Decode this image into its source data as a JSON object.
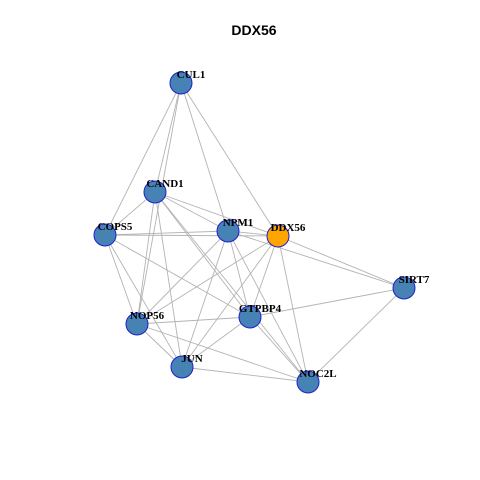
{
  "title": "DDX56",
  "colors": {
    "node_default": "#4682b4",
    "node_highlight": "#ffa500",
    "node_border": "#1f1fcc",
    "edge": "#b3b3b3"
  },
  "nodes": [
    {
      "id": "CUL1",
      "label": "CUL1",
      "highlight": false
    },
    {
      "id": "CAND1",
      "label": "CAND1",
      "highlight": false
    },
    {
      "id": "COPS5",
      "label": "COPS5",
      "highlight": false
    },
    {
      "id": "NPM1",
      "label": "NPM1",
      "highlight": false
    },
    {
      "id": "DDX56",
      "label": "DDX56",
      "highlight": true
    },
    {
      "id": "SIRT7",
      "label": "SIRT7",
      "highlight": false
    },
    {
      "id": "GTPBP4",
      "label": "GTPBP4",
      "highlight": false
    },
    {
      "id": "NOP56",
      "label": "NOP56",
      "highlight": false
    },
    {
      "id": "JUN",
      "label": "JUN",
      "highlight": false
    },
    {
      "id": "NOC2L",
      "label": "NOC2L",
      "highlight": false
    }
  ],
  "edges": [
    [
      "CUL1",
      "CAND1"
    ],
    [
      "CUL1",
      "COPS5"
    ],
    [
      "CUL1",
      "NPM1"
    ],
    [
      "CUL1",
      "DDX56"
    ],
    [
      "CUL1",
      "NOP56"
    ],
    [
      "CAND1",
      "COPS5"
    ],
    [
      "CAND1",
      "NPM1"
    ],
    [
      "CAND1",
      "DDX56"
    ],
    [
      "CAND1",
      "NOP56"
    ],
    [
      "CAND1",
      "JUN"
    ],
    [
      "CAND1",
      "GTPBP4"
    ],
    [
      "CAND1",
      "NOC2L"
    ],
    [
      "COPS5",
      "NPM1"
    ],
    [
      "COPS5",
      "DDX56"
    ],
    [
      "COPS5",
      "NOP56"
    ],
    [
      "COPS5",
      "JUN"
    ],
    [
      "COPS5",
      "GTPBP4"
    ],
    [
      "NPM1",
      "DDX56"
    ],
    [
      "NPM1",
      "SIRT7"
    ],
    [
      "NPM1",
      "GTPBP4"
    ],
    [
      "NPM1",
      "NOP56"
    ],
    [
      "NPM1",
      "JUN"
    ],
    [
      "NPM1",
      "NOC2L"
    ],
    [
      "DDX56",
      "SIRT7"
    ],
    [
      "DDX56",
      "GTPBP4"
    ],
    [
      "DDX56",
      "NOP56"
    ],
    [
      "DDX56",
      "JUN"
    ],
    [
      "DDX56",
      "NOC2L"
    ],
    [
      "SIRT7",
      "GTPBP4"
    ],
    [
      "SIRT7",
      "NOC2L"
    ],
    [
      "GTPBP4",
      "NOP56"
    ],
    [
      "GTPBP4",
      "JUN"
    ],
    [
      "GTPBP4",
      "NOC2L"
    ],
    [
      "NOP56",
      "JUN"
    ],
    [
      "NOP56",
      "NOC2L"
    ],
    [
      "JUN",
      "NOC2L"
    ]
  ]
}
